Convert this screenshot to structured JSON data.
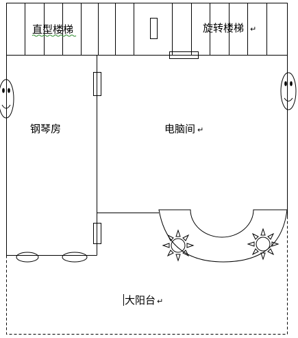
{
  "labels": {
    "straight_stairs": "直型楼梯",
    "spiral_stairs": "旋转楼梯",
    "piano_room": "钢琴房",
    "computer_room": "电脑间",
    "balcony": "大阳台"
  },
  "paragraph_mark": "↵",
  "colors": {
    "line": "#000000",
    "spellcheck_underline": "#2e8b2e"
  },
  "icons": [
    "smiley-face-icon",
    "sun-icon",
    "ellipse-light-icon",
    "door-icon"
  ]
}
